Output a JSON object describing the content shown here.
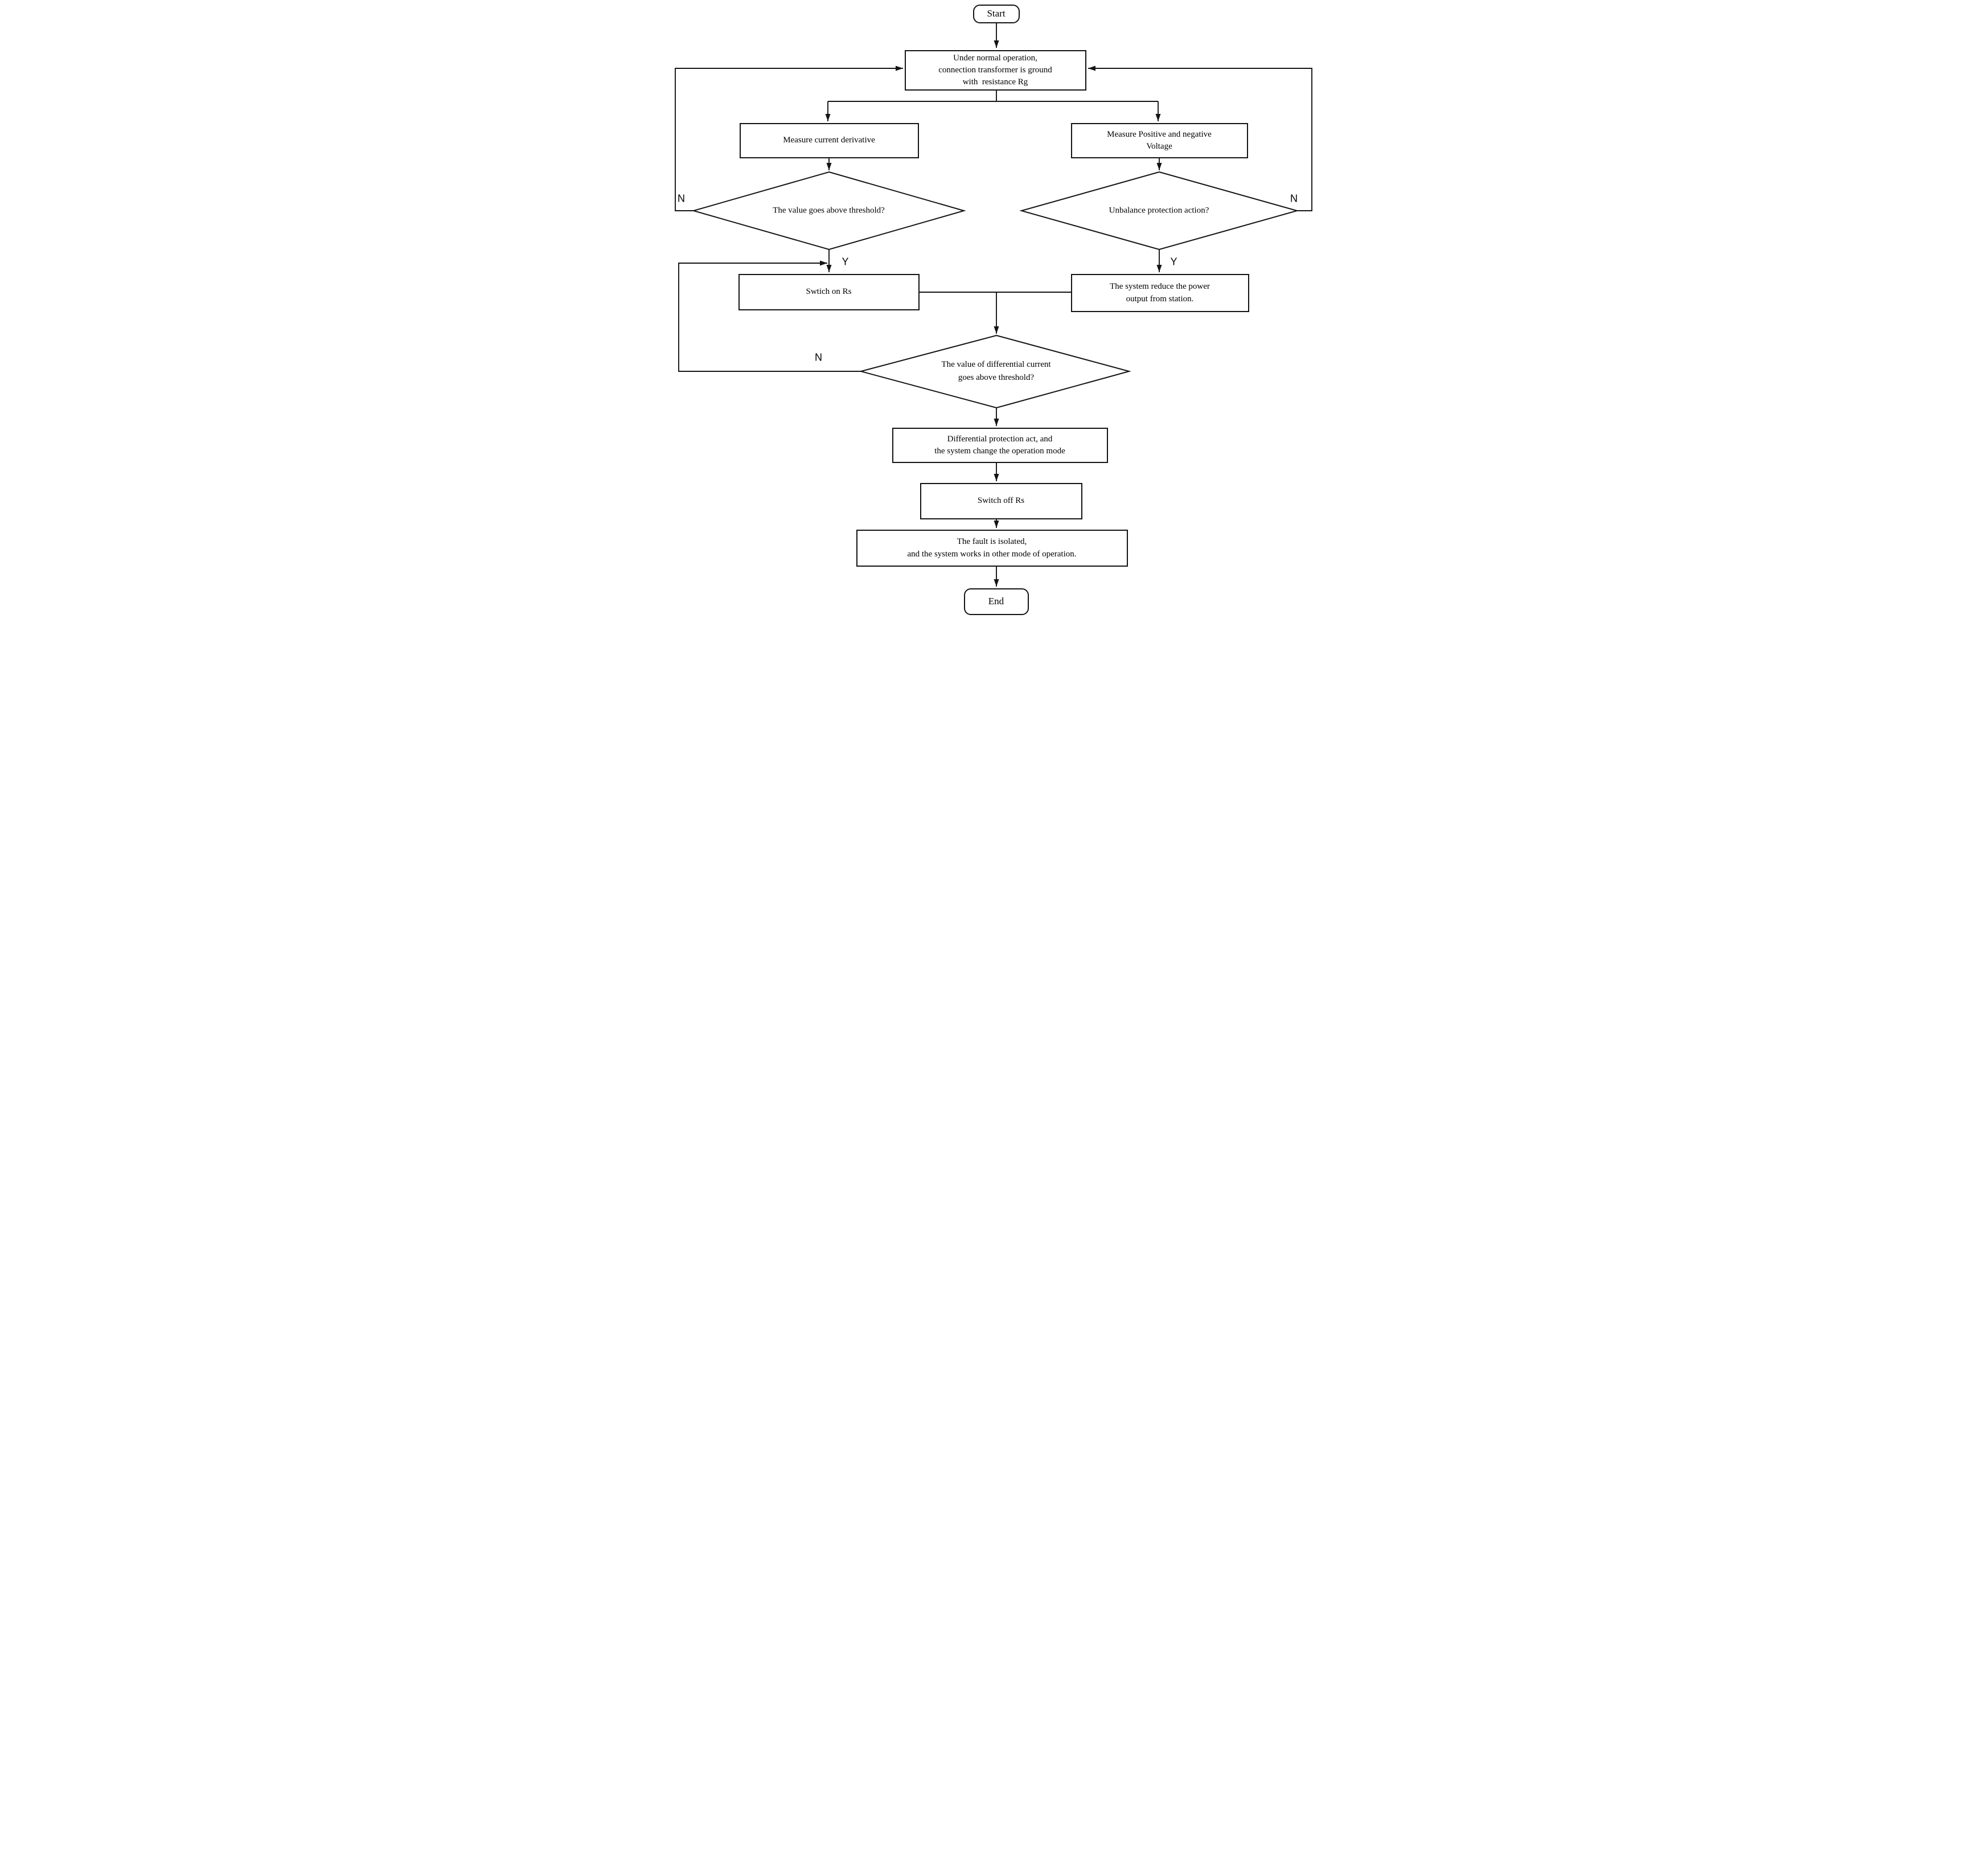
{
  "diagram": {
    "type": "flowchart",
    "background_color": "#ffffff",
    "line_color": "#141414",
    "nodes": {
      "start": {
        "shape": "terminator",
        "label": "Start"
      },
      "normal_operation": {
        "shape": "process",
        "lines": [
          "Under normal operation,",
          "connection transformer is ground",
          "with  resistance Rg"
        ]
      },
      "measure_current": {
        "shape": "process",
        "lines": [
          "Measure current derivative"
        ]
      },
      "measure_voltage": {
        "shape": "process",
        "lines": [
          "Measure Positive and negative",
          "Voltage"
        ]
      },
      "current_threshold_decision": {
        "shape": "decision",
        "lines": [
          "The value goes above threshold?"
        ]
      },
      "unbalance_decision": {
        "shape": "decision",
        "lines": [
          "Unbalance protection action?"
        ]
      },
      "switch_on_rs": {
        "shape": "process",
        "lines": [
          "Swtich on Rs"
        ]
      },
      "reduce_power": {
        "shape": "process",
        "lines": [
          "The system reduce the power",
          "output from station."
        ]
      },
      "diff_current_decision": {
        "shape": "decision",
        "lines": [
          "The value of differential current",
          "goes above threshold?"
        ]
      },
      "diff_protection": {
        "shape": "process",
        "lines": [
          "Differential protection act, and",
          "the system change the operation mode"
        ]
      },
      "switch_off_rs": {
        "shape": "process",
        "lines": [
          "Switch off Rs"
        ]
      },
      "fault_isolated": {
        "shape": "process",
        "lines": [
          "The fault is isolated,",
          "and the system works in other mode of operation."
        ]
      },
      "end": {
        "shape": "terminator",
        "label": "End"
      }
    },
    "branch_labels": {
      "current_threshold_no": "N",
      "current_threshold_yes": "Y",
      "unbalance_no": "N",
      "unbalance_yes": "Y",
      "diff_current_no": "N"
    }
  }
}
